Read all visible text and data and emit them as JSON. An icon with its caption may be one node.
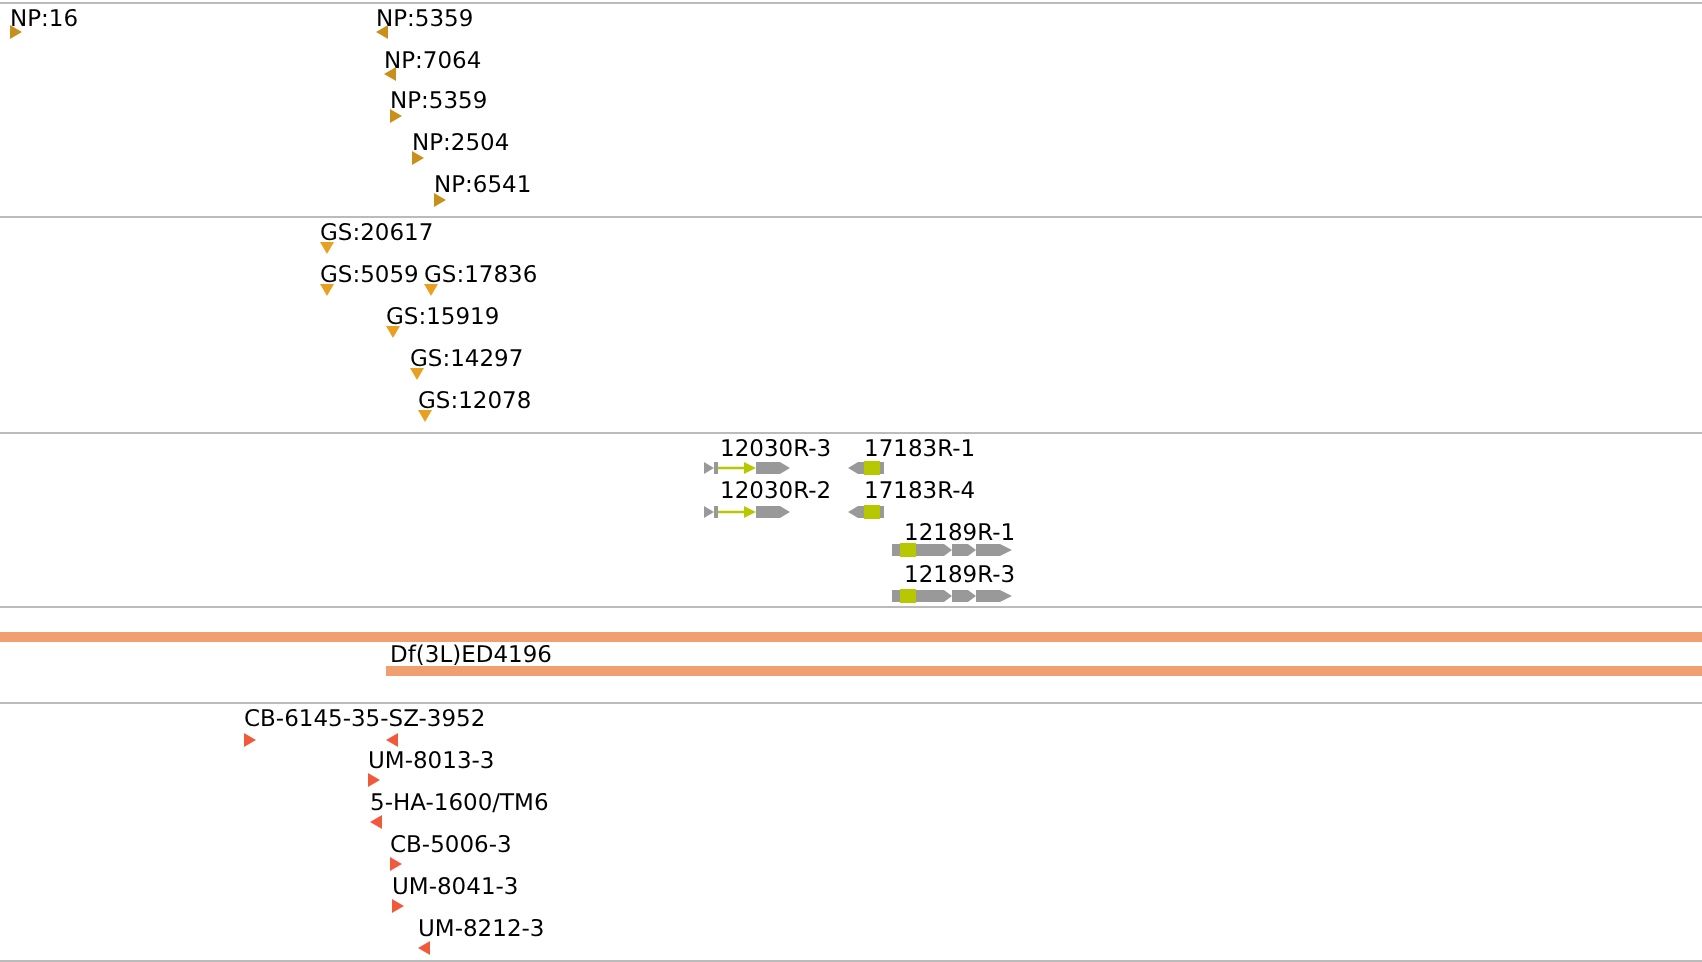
{
  "diagram": {
    "labels": [
      "NP:16",
      "NP:5359",
      "NP:7064",
      "NP:5359",
      "NP:2504",
      "NP:6541",
      "GS:20617",
      "GS:5059",
      "GS:17836",
      "GS:15919",
      "GS:14297",
      "GS:12078",
      "12030R-3",
      "17183R-1",
      "12030R-2",
      "17183R-4",
      "12189R-1",
      "12189R-3",
      "Df(3L)ED4196",
      "CB-6145-35-SZ-3952",
      "UM-8013-3",
      "5-HA-1600/TM6",
      "CB-5006-3",
      "UM-8041-3",
      "UM-8212-3"
    ]
  }
}
